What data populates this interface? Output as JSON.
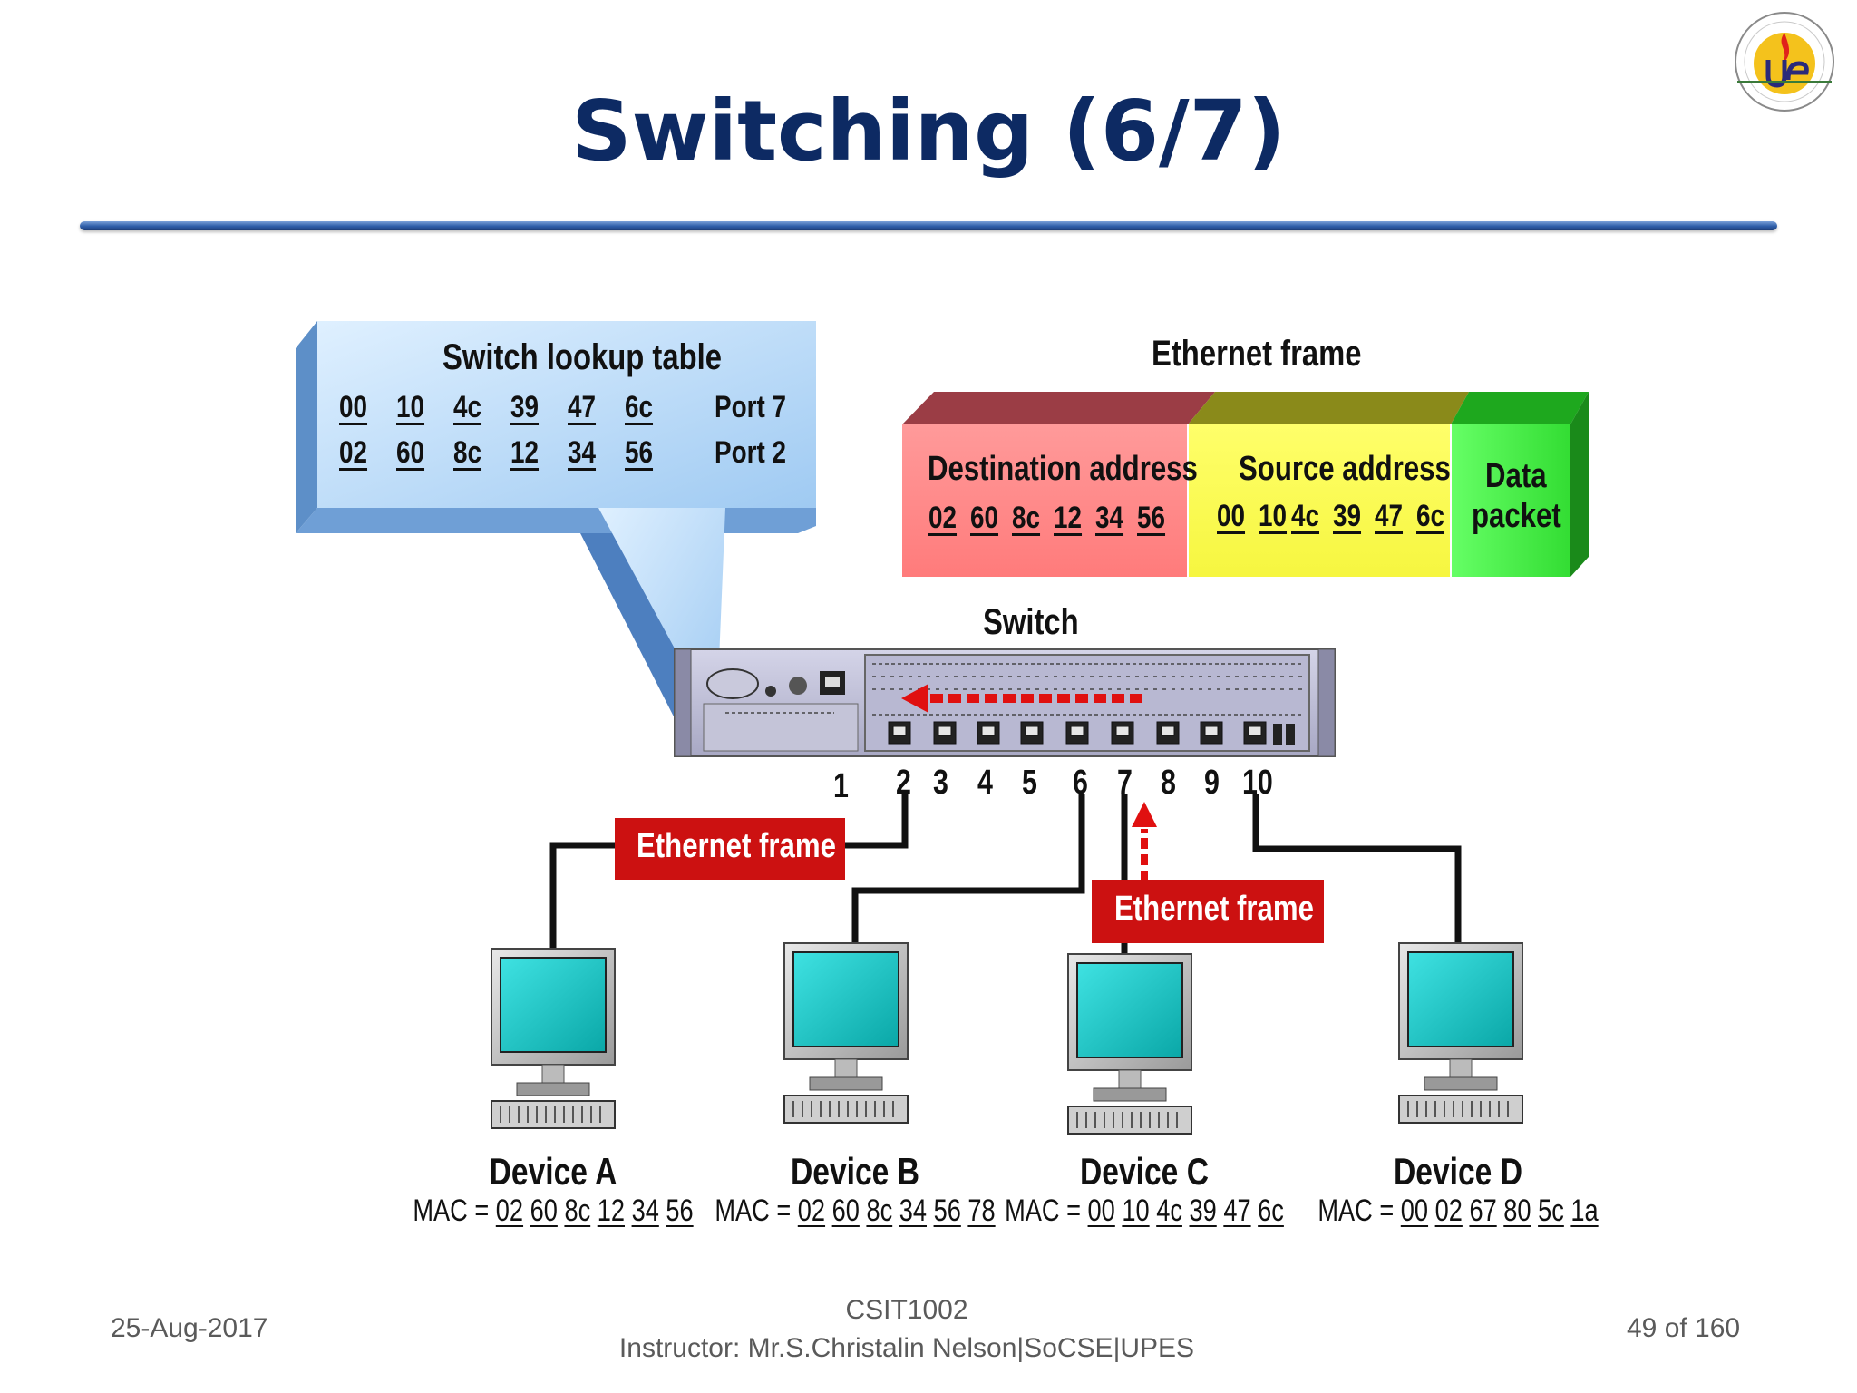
{
  "slide": {
    "title": "Switching (6/7)"
  },
  "lookup_table": {
    "title": "Switch lookup table",
    "rows": [
      {
        "bytes": [
          "00",
          "10",
          "4c",
          "39",
          "47",
          "6c"
        ],
        "port": "Port 7"
      },
      {
        "bytes": [
          "02",
          "60",
          "8c",
          "12",
          "34",
          "56"
        ],
        "port": "Port 2"
      }
    ]
  },
  "ethernet_frame": {
    "title": "Ethernet frame",
    "destination": {
      "label": "Destination address",
      "bytes": [
        "02",
        "60",
        "8c",
        "12",
        "34",
        "56"
      ]
    },
    "source": {
      "label": "Source address",
      "bytes": [
        "00",
        "10",
        "4c",
        "39",
        "47",
        "6c"
      ]
    },
    "data": {
      "label_line1": "Data",
      "label_line2": "packet"
    }
  },
  "switch": {
    "label": "Switch",
    "ports": [
      "1",
      "2",
      "3",
      "4",
      "5",
      "6",
      "7",
      "8",
      "9",
      "10"
    ]
  },
  "tags": {
    "frame_out": "Ethernet frame",
    "frame_in": "Ethernet frame"
  },
  "devices": [
    {
      "name": "Device A",
      "mac_prefix": "MAC = ",
      "mac": [
        "02",
        "60",
        "8c",
        "12",
        "34",
        "56"
      ]
    },
    {
      "name": "Device B",
      "mac_prefix": "MAC = ",
      "mac": [
        "02",
        "60",
        "8c",
        "34",
        "56",
        "78"
      ]
    },
    {
      "name": "Device C",
      "mac_prefix": "MAC = ",
      "mac": [
        "00",
        "10",
        "4c",
        "39",
        "47",
        "6c"
      ]
    },
    {
      "name": "Device D",
      "mac_prefix": "MAC = ",
      "mac": [
        "00",
        "02",
        "67",
        "80",
        "5c",
        "1a"
      ]
    }
  ],
  "footer": {
    "date": "25-Aug-2017",
    "course": "CSIT1002",
    "instructor": "Instructor: Mr.S.Christalin Nelson|SoCSE|UPES",
    "page": "49 of 160"
  },
  "colors": {
    "title": "#0d2a63",
    "accent_red": "#cc1111",
    "dest_field": "#ff8a8a",
    "source_field": "#ffff55",
    "data_field": "#44ee44",
    "callout": "#b8dcfa",
    "screen": "#17c4c4"
  },
  "icons": [
    "upes-logo-icon",
    "monitor-icon",
    "keyboard-icon",
    "arrow-left-icon",
    "arrow-up-icon"
  ]
}
